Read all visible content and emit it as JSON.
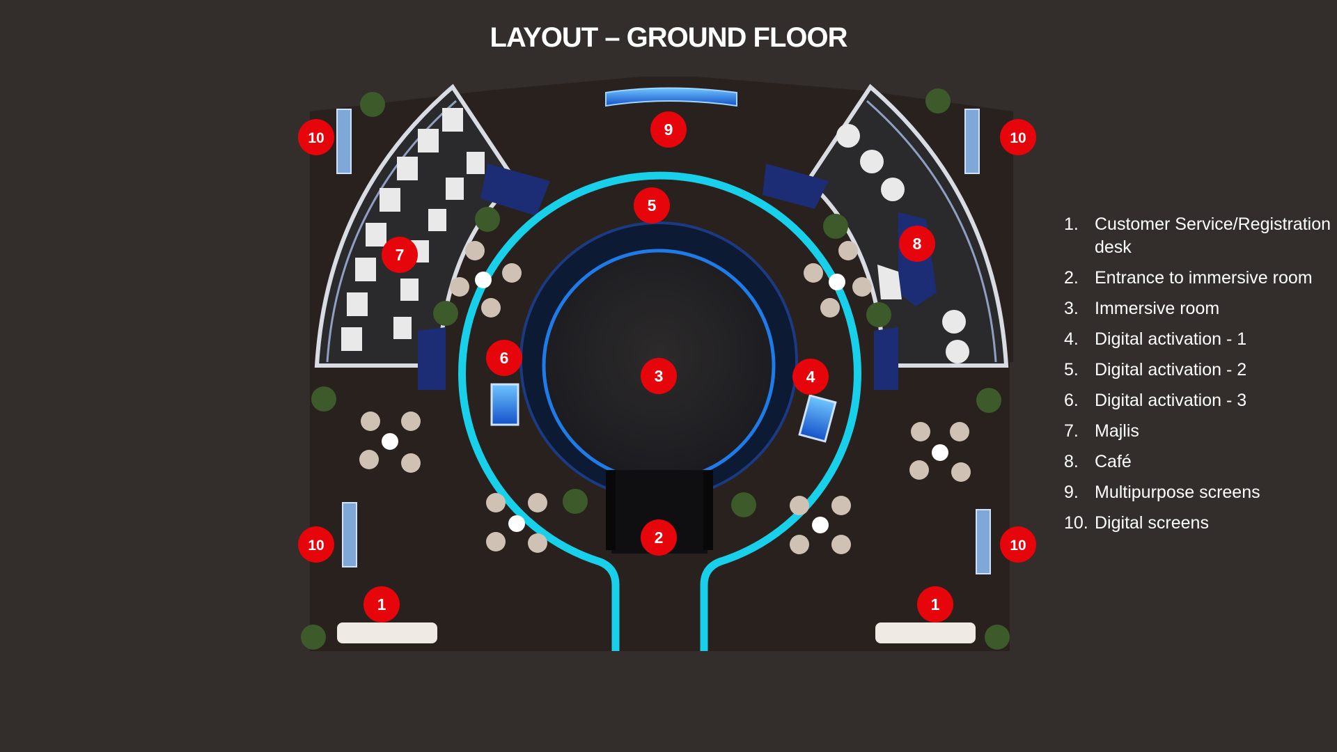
{
  "title": "LAYOUT – GROUND FLOOR",
  "colors": {
    "background": "#332e2b",
    "floor": "#29211d",
    "ring": "#18d0ea",
    "marker": "#e6050b",
    "immersive_wall": "#0d1a33"
  },
  "markers": [
    {
      "label": "1"
    },
    {
      "label": "1"
    },
    {
      "label": "2"
    },
    {
      "label": "3"
    },
    {
      "label": "4"
    },
    {
      "label": "5"
    },
    {
      "label": "6"
    },
    {
      "label": "7"
    },
    {
      "label": "8"
    },
    {
      "label": "9"
    },
    {
      "label": "10"
    },
    {
      "label": "10"
    },
    {
      "label": "10"
    },
    {
      "label": "10"
    }
  ],
  "legend": [
    {
      "num": "1.",
      "text": "Customer Service/Registration desk"
    },
    {
      "num": "2.",
      "text": "Entrance to immersive room"
    },
    {
      "num": "3.",
      "text": "Immersive room"
    },
    {
      "num": "4.",
      "text": "Digital activation - 1"
    },
    {
      "num": "5.",
      "text": "Digital activation  - 2"
    },
    {
      "num": "6.",
      "text": "Digital activation - 3"
    },
    {
      "num": "7.",
      "text": "Majlis"
    },
    {
      "num": "8.",
      "text": "Café"
    },
    {
      "num": "9.",
      "text": "Multipurpose screens"
    },
    {
      "num": "10.",
      "text": "Digital screens"
    }
  ]
}
